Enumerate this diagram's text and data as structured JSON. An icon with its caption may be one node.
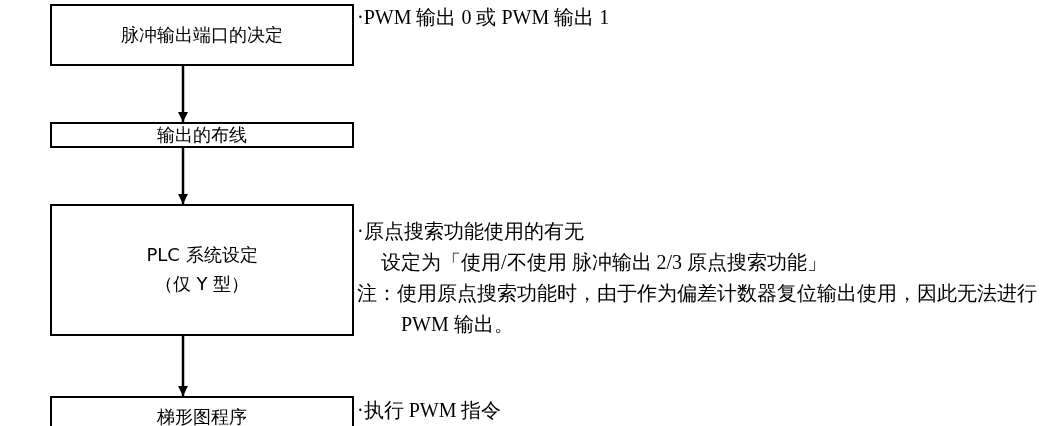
{
  "diagram": {
    "nodes": [
      {
        "text": [
          "脉冲输出端口的决定"
        ],
        "beside": [
          "·PWM 输出 0 或 PWM 输出 1"
        ]
      },
      {
        "text": [
          "输出的布线"
        ]
      },
      {
        "text": [
          "PLC 系统设定",
          "（仅 Y 型）"
        ],
        "beside": [
          "·原点搜索功能使用的有无",
          "设定为「使用/不使用  脉冲输出 2/3  原点搜索功能」",
          "注：使用原点搜索功能时，由于作为偏差计数器复位输出使用，因此无法进行 PWM 输出。"
        ]
      },
      {
        "text": [
          "梯形图程序"
        ],
        "beside": [
          "·执行 PWM 指令"
        ]
      }
    ],
    "edges": [
      {
        "from": 0,
        "to": 1,
        "arrow": "to"
      },
      {
        "from": 1,
        "to": 2,
        "arrow": "to"
      },
      {
        "from": 2,
        "to": 3,
        "arrow": "to"
      }
    ]
  }
}
